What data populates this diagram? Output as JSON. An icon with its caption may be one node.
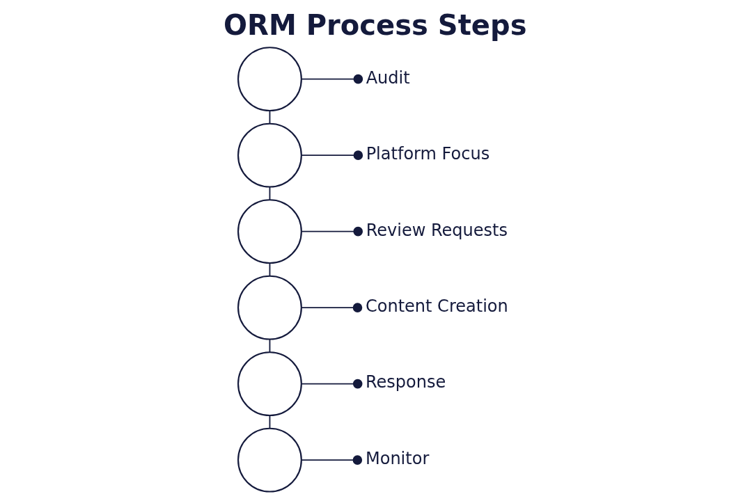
{
  "diagram": {
    "title": "ORM Process Steps",
    "nodes": [
      {
        "text": [],
        "shape": "circle"
      },
      {
        "text": [
          "Audit"
        ]
      },
      {
        "text": [],
        "shape": "circle"
      },
      {
        "text": [
          "Platform Focus"
        ]
      },
      {
        "text": [],
        "shape": "circle"
      },
      {
        "text": [
          "Review Requests"
        ]
      },
      {
        "text": [],
        "shape": "circle"
      },
      {
        "text": [
          "Content Creation"
        ]
      },
      {
        "text": [],
        "shape": "circle"
      },
      {
        "text": [
          "Response"
        ]
      },
      {
        "text": [],
        "shape": "circle"
      },
      {
        "text": [
          "Monitor"
        ]
      }
    ],
    "edges": [
      {
        "from": 0,
        "to": 1,
        "arrow": "other"
      },
      {
        "from": 2,
        "to": 3,
        "arrow": "other"
      },
      {
        "from": 4,
        "to": 5,
        "arrow": "other"
      },
      {
        "from": 6,
        "to": 7,
        "arrow": "other"
      },
      {
        "from": 8,
        "to": 9,
        "arrow": "other"
      },
      {
        "from": 10,
        "to": 11,
        "arrow": "other"
      },
      {
        "from": 0,
        "to": 2,
        "arrow": "none"
      },
      {
        "from": 2,
        "to": 4,
        "arrow": "none"
      },
      {
        "from": 4,
        "to": 6,
        "arrow": "none"
      },
      {
        "from": 6,
        "to": 8,
        "arrow": "none"
      },
      {
        "from": 8,
        "to": 10,
        "arrow": "none"
      }
    ]
  }
}
